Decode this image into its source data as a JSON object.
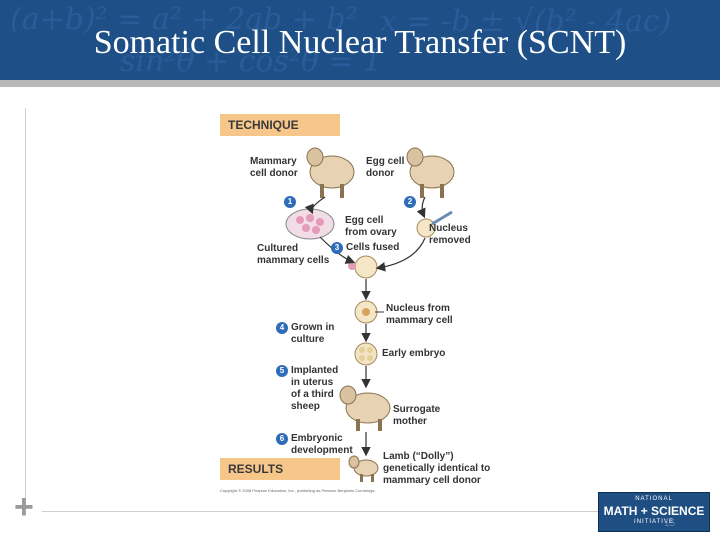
{
  "slide": {
    "title": "Somatic Cell Nuclear Transfer (SCNT)",
    "page_number": "15"
  },
  "header_bg": {
    "formulas": [
      "(a+b)² = a² + 2ab + b²",
      "x = -b ± √(b² - 4ac)",
      "sin²θ + cos²θ = 1"
    ]
  },
  "figure": {
    "technique_label": "TECHNIQUE",
    "results_label": "RESULTS",
    "labels": {
      "mammary_donor": [
        "Mammary",
        "cell donor"
      ],
      "egg_donor": [
        "Egg cell",
        "donor"
      ],
      "egg_from_ovary": [
        "Egg cell",
        "from ovary"
      ],
      "nucleus_removed": [
        "Nucleus",
        "removed"
      ],
      "cultured_mammary": [
        "Cultured",
        "mammary cells"
      ],
      "cells_fused": "Cells fused",
      "nucleus_from_mammary": [
        "Nucleus from",
        "mammary cell"
      ],
      "grown_in_culture": [
        "Grown in",
        "culture"
      ],
      "early_embryo": "Early embryo",
      "implanted": [
        "Implanted",
        "in uterus",
        "of a third",
        "sheep"
      ],
      "surrogate_mother": [
        "Surrogate",
        "mother"
      ],
      "embryonic_development": [
        "Embryonic",
        "development"
      ],
      "lamb_dolly": [
        "Lamb (“Dolly”)",
        "genetically identical to",
        "mammary cell donor"
      ]
    },
    "steps": [
      "1",
      "2",
      "3",
      "4",
      "5",
      "6"
    ],
    "copyright": "Copyright © 2008 Pearson Education, Inc., publishing as Pearson Benjamin Cummings."
  },
  "logo": {
    "line1": "NATIONAL",
    "line2": "MATH + SCIENCE",
    "line3": "INITIATIVE"
  },
  "colors": {
    "header": "#1e4f86",
    "band": "#f7c68a",
    "step_circle": "#2e6bb8",
    "logo": "#1f4f82"
  }
}
